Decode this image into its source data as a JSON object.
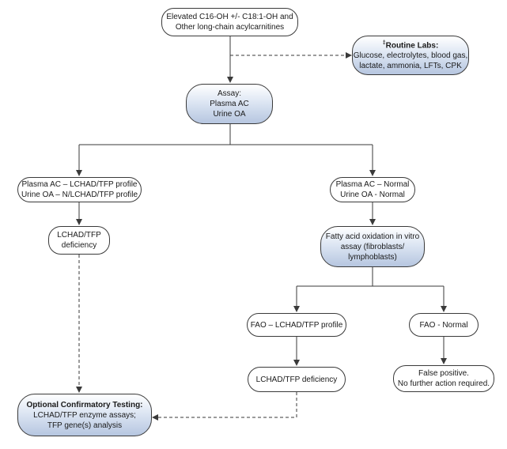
{
  "nodes": {
    "start": {
      "lines": [
        "Elevated C16-OH +/- C18:1-OH and",
        "Other long-chain acylcarnitines"
      ]
    },
    "labs": {
      "marker": "‡",
      "title": "Routine Labs:",
      "lines": [
        "Glucose, electrolytes, blood gas,",
        "lactate, ammonia, LFTs, CPK"
      ]
    },
    "assay": {
      "lines": [
        "Assay:",
        "Plasma AC",
        "Urine OA"
      ]
    },
    "lchad_profile": {
      "lines": [
        "Plasma AC – LCHAD/TFP profile",
        "Urine OA – N/LCHAD/TFP profile"
      ]
    },
    "normal": {
      "lines": [
        "Plasma AC – Normal",
        "Urine OA - Normal"
      ]
    },
    "deficiency_left": {
      "lines": [
        "LCHAD/TFP",
        "deficiency"
      ]
    },
    "fao_assay": {
      "lines": [
        "Fatty acid oxidation in vitro",
        "assay (fibroblasts/",
        "lymphoblasts)"
      ]
    },
    "fao_lchad": {
      "lines": [
        "FAO – LCHAD/TFP profile"
      ]
    },
    "fao_normal": {
      "lines": [
        "FAO - Normal"
      ]
    },
    "deficiency_right": {
      "lines": [
        "LCHAD/TFP deficiency"
      ]
    },
    "false_positive": {
      "lines": [
        "False positive.",
        "No further action required."
      ]
    },
    "confirm": {
      "title": "Optional Confirmatory Testing:",
      "lines": [
        "LCHAD/TFP enzyme assays;",
        "TFP gene(s) analysis"
      ]
    }
  },
  "colors": {
    "stroke": "#3a3a3a",
    "node_fill_blue": "#b6c6e0",
    "text": "#1a1a1a"
  }
}
